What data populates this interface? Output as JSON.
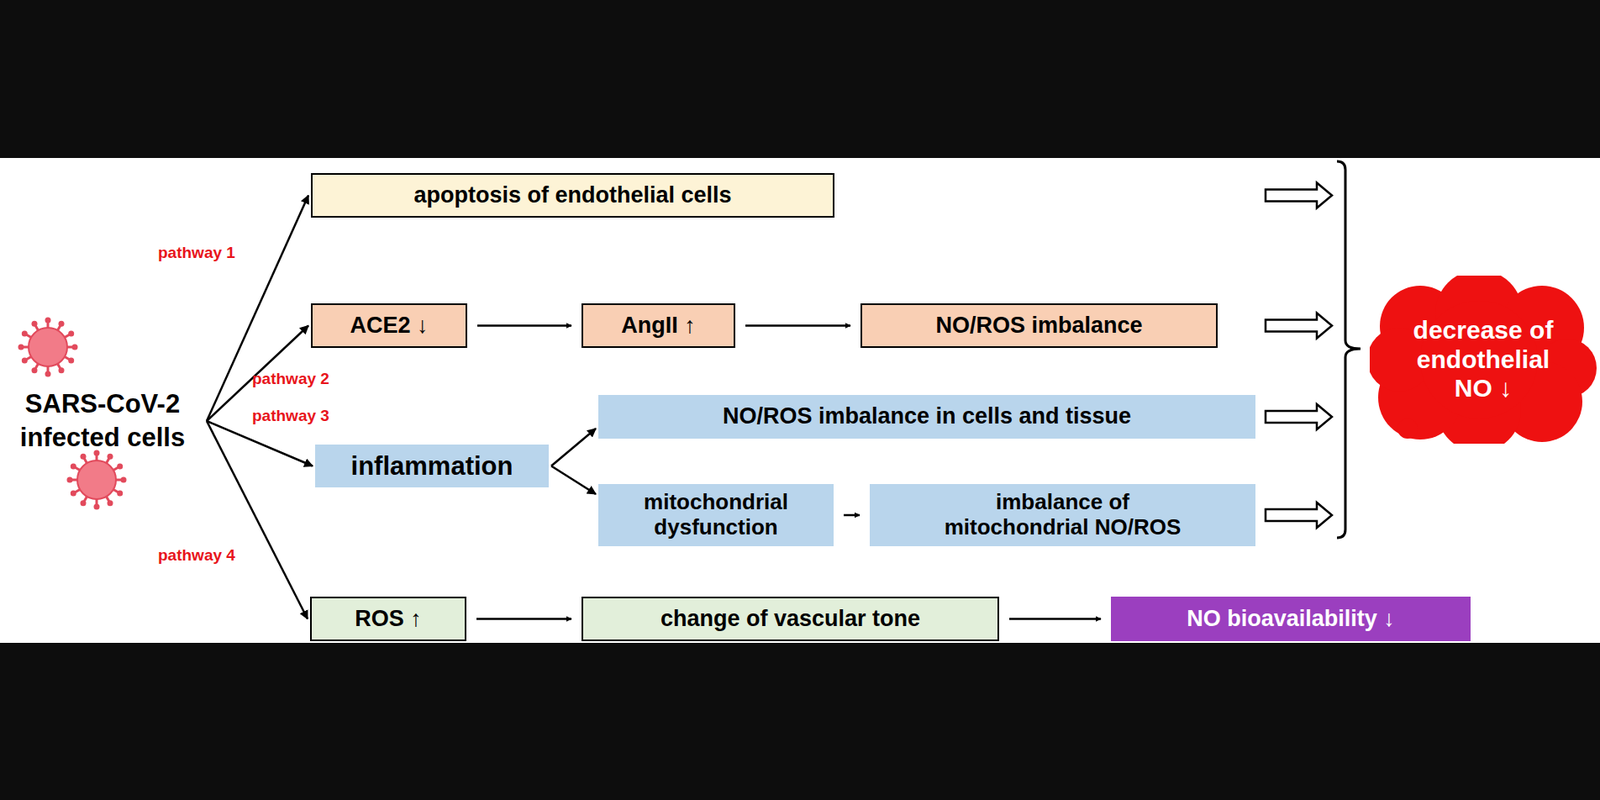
{
  "diagram": {
    "nodes": [
      {
        "text": [
          "SARS-CoV-2 infected cells"
        ]
      },
      {
        "text": [
          "apoptosis of endothelial cells"
        ]
      },
      {
        "text": [
          "ACE2 ↓"
        ]
      },
      {
        "text": [
          "AngII ↑"
        ]
      },
      {
        "text": [
          "NO/ROS imbalance"
        ]
      },
      {
        "text": [
          "inflammation"
        ]
      },
      {
        "text": [
          "NO/ROS imbalance in cells and tissue"
        ]
      },
      {
        "text": [
          "mitochondrial dysfunction"
        ]
      },
      {
        "text": [
          "imbalance of mitochondrial NO/ROS"
        ]
      },
      {
        "text": [
          "ROS ↑"
        ]
      },
      {
        "text": [
          "change of vascular tone"
        ]
      },
      {
        "text": [
          "NO bioavailability ↓"
        ]
      },
      {
        "text": [
          "decrease of endothelial NO ↓"
        ]
      }
    ],
    "edges": [
      {
        "from": 0,
        "to": 1,
        "arrow": "to"
      },
      {
        "from": 0,
        "to": 2,
        "arrow": "to"
      },
      {
        "from": 0,
        "to": 5,
        "arrow": "to"
      },
      {
        "from": 0,
        "to": 9,
        "arrow": "to"
      },
      {
        "from": 2,
        "to": 3,
        "arrow": "to"
      },
      {
        "from": 3,
        "to": 4,
        "arrow": "to"
      },
      {
        "from": 5,
        "to": 6,
        "arrow": "to"
      },
      {
        "from": 5,
        "to": 7,
        "arrow": "to"
      },
      {
        "from": 7,
        "to": 8,
        "arrow": "to"
      },
      {
        "from": 9,
        "to": 10,
        "arrow": "to"
      },
      {
        "from": 10,
        "to": 11,
        "arrow": "to"
      },
      {
        "from": 1,
        "to": 12,
        "arrow": "to"
      },
      {
        "from": 4,
        "to": 12,
        "arrow": "to"
      },
      {
        "from": 6,
        "to": 12,
        "arrow": "to"
      },
      {
        "from": 8,
        "to": 12,
        "arrow": "to"
      }
    ],
    "labels": [
      "pathway 1",
      "pathway 2",
      "pathway 3",
      "pathway 4"
    ]
  }
}
